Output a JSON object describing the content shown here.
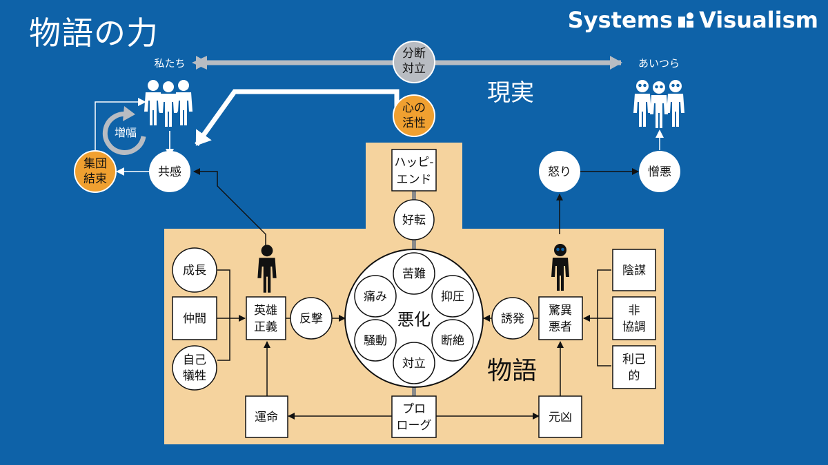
{
  "title": "物語の力",
  "brand": {
    "left": "Systems",
    "right": "Visualism",
    "logo_icon": "system-boxes-icon"
  },
  "colors": {
    "background": "#0e62a8",
    "story_area": "#f5d39e",
    "orange": "#f0a030",
    "gray": "#b8bcc2",
    "white": "#ffffff"
  },
  "top": {
    "left_label": "私たち",
    "right_label": "あいつら",
    "divide": [
      "分断",
      "対立"
    ],
    "reality": "現実",
    "heart": [
      "心の",
      "活性"
    ]
  },
  "left_cluster": {
    "amplify": "増幅",
    "unity": [
      "集団",
      "結束"
    ],
    "empathy": "共感"
  },
  "right_cluster": {
    "anger": "怒り",
    "hatred": "憎悪"
  },
  "story": {
    "label": "物語",
    "happy_end": [
      "ハッピ-",
      "エンド"
    ],
    "improve": "好転",
    "center": "悪化",
    "ring": [
      "苦難",
      "抑圧",
      "断絶",
      "対立",
      "騒動",
      "痛み"
    ],
    "hero": [
      "英雄",
      "正義"
    ],
    "hero_inputs": [
      [
        "成長"
      ],
      [
        "仲間"
      ],
      [
        "自己",
        "犠牲"
      ]
    ],
    "counter": "反撃",
    "provoke": "誘発",
    "villain": [
      "驚異",
      "悪者"
    ],
    "villain_inputs": [
      [
        "陰謀"
      ],
      [
        "非",
        "協調"
      ],
      [
        "利己",
        "的"
      ]
    ],
    "fate": "運命",
    "prologue": [
      "プロ",
      "ローグ"
    ],
    "culprit": "元凶"
  }
}
